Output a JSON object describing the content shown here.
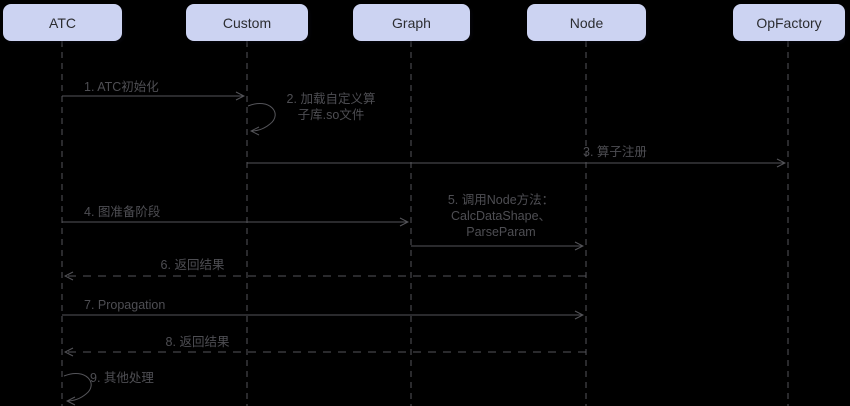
{
  "diagram": {
    "kind": "sequence-diagram",
    "colors": {
      "background": "#000000",
      "participant_fill": "#ccd3f2",
      "participant_text": "#2c2d31",
      "line": "#55555a",
      "message_text": "#4e4e53"
    },
    "participants": [
      {
        "label": "ATC"
      },
      {
        "label": "Custom"
      },
      {
        "label": "Graph"
      },
      {
        "label": "Node"
      },
      {
        "label": "OpFactory"
      }
    ],
    "messages": [
      {
        "num": 1,
        "label": "1. ATC初始化",
        "from": "ATC",
        "to": "Custom",
        "style": "solid-arrow"
      },
      {
        "num": 2,
        "label": "2. 加载自定义算\n子库.so文件",
        "from": "Custom",
        "to": "Custom",
        "style": "self-loop"
      },
      {
        "num": 3,
        "label": "3. 算子注册",
        "from": "Custom",
        "to": "OpFactory",
        "style": "solid-arrow"
      },
      {
        "num": 4,
        "label": "4. 图准备阶段",
        "from": "ATC",
        "to": "Graph",
        "style": "solid-arrow"
      },
      {
        "num": 5,
        "label": "5. 调用Node方法：\nCalcDataShape、\nParseParam",
        "from": "Graph",
        "to": "Node",
        "style": "solid-arrow"
      },
      {
        "num": 6,
        "label": "6. 返回结果",
        "from": "Node",
        "to": "ATC",
        "style": "dashed-return-arrow"
      },
      {
        "num": 7,
        "label": "7. Propagation",
        "from": "ATC",
        "to": "Node",
        "style": "solid-arrow"
      },
      {
        "num": 8,
        "label": "8. 返回结果",
        "from": "Node",
        "to": "ATC",
        "style": "dashed-return-arrow"
      },
      {
        "num": 9,
        "label": "9. 其他处理",
        "from": "ATC",
        "to": "ATC",
        "style": "self-loop"
      }
    ]
  }
}
